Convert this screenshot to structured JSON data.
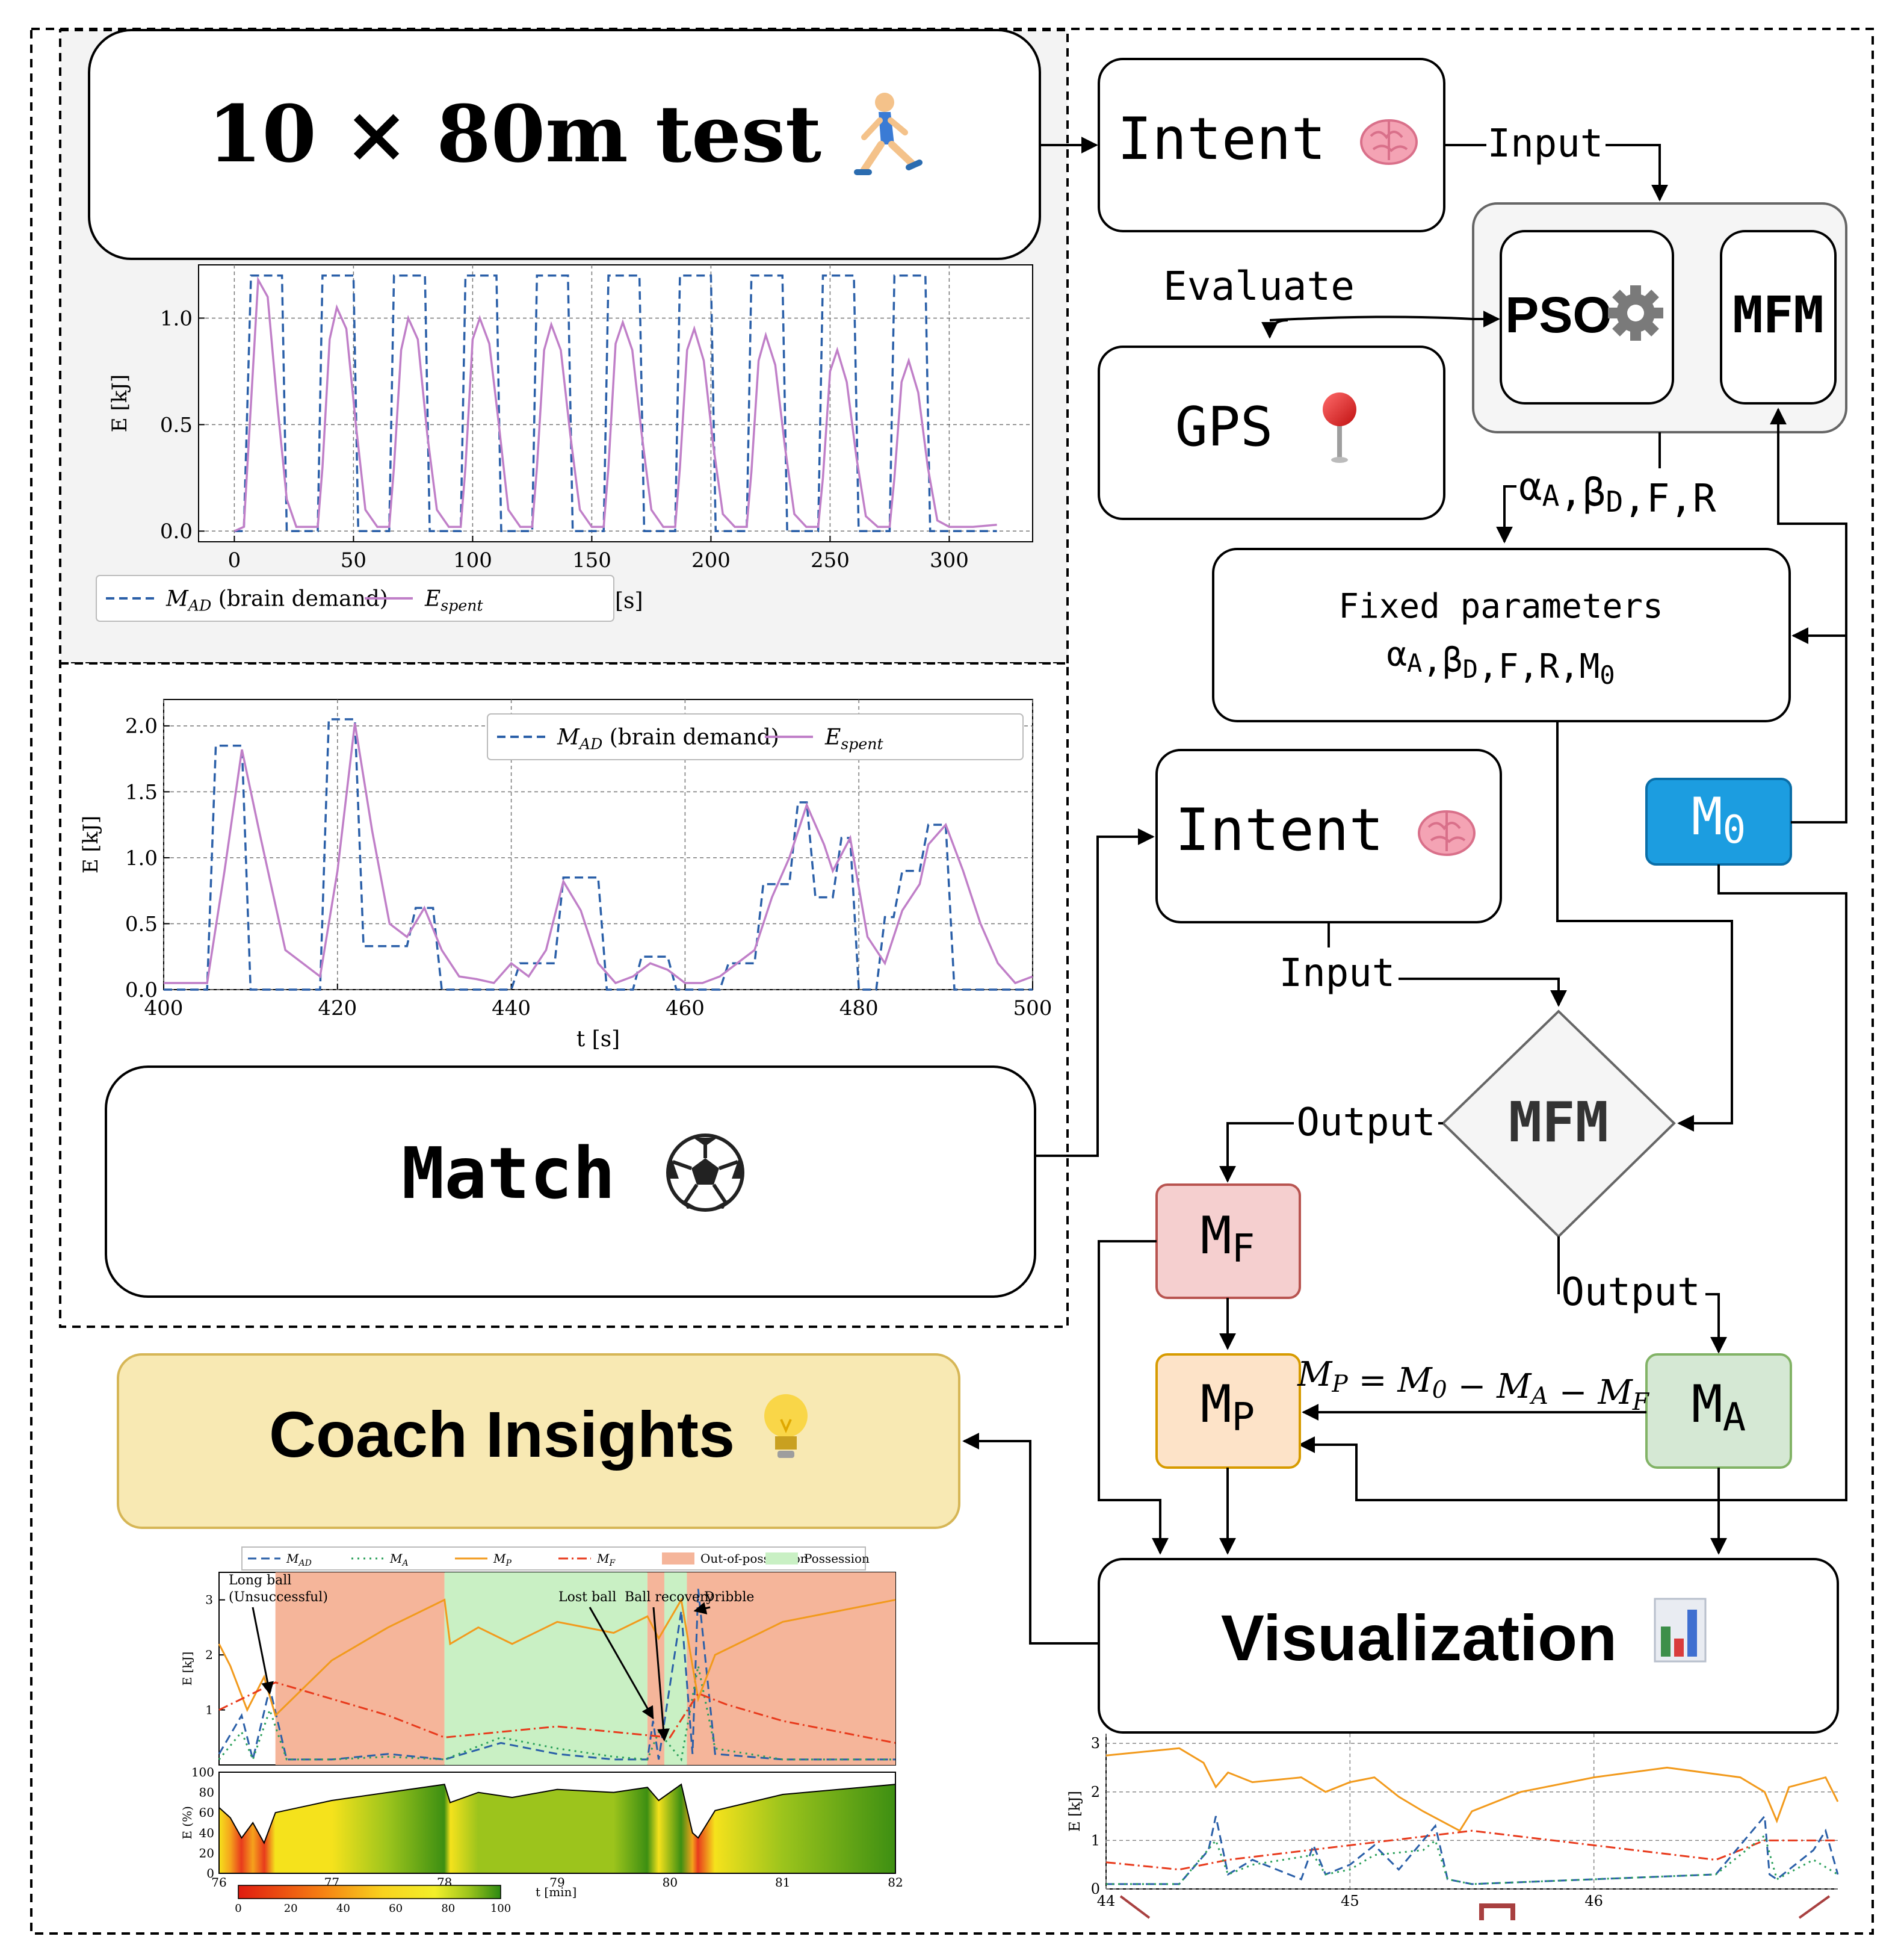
{
  "colors": {
    "mad": "#2a5fa8",
    "espent": "#c07fc8",
    "ma_green": "#2aa05a",
    "mp_orange": "#f29a1c",
    "mf_red": "#e83a1c",
    "m0_blue": "#1c9de0",
    "mf_box": "#f5cfcf",
    "mp_box": "#fde3c8",
    "ma_box": "#d5e8d4",
    "coach_box": "#f8e9b3",
    "oop": "#f5b59a",
    "poss": "#c9f0c4"
  },
  "boxes": {
    "test_title": "10 × 80m test",
    "match_title": "Match",
    "coach_title": "Coach Insights",
    "visual_title": "Visualization",
    "intent1": "Intent",
    "intent2": "Intent",
    "gps": "GPS",
    "pso": "PSO",
    "mfm_small": "MFM",
    "mfm_diamond": "MFM",
    "fixed_line1": "Fixed parameters",
    "m0": "M0",
    "mf": "MF",
    "mp": "MP",
    "ma": "MA"
  },
  "labels": {
    "input1": "Input",
    "input2": "Input",
    "evaluate": "Evaluate",
    "output1": "Output",
    "output2": "Output",
    "params": "αA,βD,F,R",
    "fixed_params": "αA,βD,F,R,M0",
    "equation": "MP = M0 − MA − MF"
  },
  "icons": {
    "runner": "runner-icon",
    "brain": "brain-icon",
    "pin": "location-pin-icon",
    "gear": "gear-icon",
    "ball": "soccer-ball-icon",
    "bulb": "light-bulb-icon",
    "bars": "bar-chart-icon"
  },
  "chart_data": [
    {
      "type": "line",
      "ylabel": "E [kJ]",
      "xlabel": "[s]",
      "xlim": [
        -15,
        335
      ],
      "ylim": [
        -0.05,
        1.25
      ],
      "xticks": [
        "0",
        "50",
        "100",
        "150",
        "200",
        "250",
        "300"
      ],
      "yticks": [
        "0.0",
        "0.5",
        "1.0"
      ],
      "grid": true,
      "legend": "bottom",
      "series": [
        {
          "name": "MAD (brain demand)",
          "style": "dashed",
          "color": "#2a5fa8",
          "x": [
            0,
            4,
            7,
            20,
            22,
            35,
            37,
            50,
            52,
            65,
            67,
            80,
            82,
            95,
            97,
            110,
            112,
            125,
            127,
            140,
            142,
            155,
            157,
            170,
            172,
            185,
            187,
            200,
            202,
            215,
            217,
            230,
            232,
            245,
            247,
            260,
            262,
            275,
            277,
            290,
            292,
            320
          ],
          "y": [
            0,
            0,
            1.2,
            1.2,
            0,
            0,
            1.2,
            1.2,
            0,
            0,
            1.2,
            1.2,
            0,
            0,
            1.2,
            1.2,
            0,
            0,
            1.2,
            1.2,
            0,
            0,
            1.2,
            1.2,
            0,
            0,
            1.2,
            1.2,
            0,
            0,
            1.2,
            1.2,
            0,
            0,
            1.2,
            1.2,
            0,
            0,
            1.2,
            1.2,
            0,
            0
          ]
        },
        {
          "name": "Espent",
          "style": "solid",
          "color": "#c07fc8",
          "x": [
            0,
            4,
            7,
            10,
            14,
            18,
            22,
            26,
            35,
            37,
            40,
            43,
            47,
            51,
            55,
            60,
            65,
            67,
            70,
            73,
            77,
            81,
            85,
            90,
            95,
            97,
            100,
            103,
            107,
            111,
            115,
            120,
            125,
            127,
            130,
            133,
            137,
            141,
            145,
            150,
            155,
            157,
            160,
            163,
            167,
            171,
            175,
            180,
            185,
            187,
            190,
            193,
            197,
            201,
            205,
            210,
            215,
            217,
            220,
            223,
            227,
            231,
            235,
            240,
            245,
            247,
            250,
            253,
            257,
            261,
            265,
            270,
            275,
            277,
            280,
            283,
            287,
            291,
            295,
            300,
            310,
            320
          ],
          "y": [
            0,
            0.02,
            0.6,
            1.18,
            1.1,
            0.6,
            0.15,
            0.02,
            0.02,
            0.3,
            0.9,
            1.05,
            0.95,
            0.5,
            0.1,
            0.02,
            0.02,
            0.3,
            0.85,
            1.0,
            0.9,
            0.45,
            0.1,
            0.02,
            0.02,
            0.3,
            0.9,
            1.0,
            0.88,
            0.5,
            0.1,
            0.02,
            0.02,
            0.3,
            0.85,
            0.97,
            0.85,
            0.45,
            0.1,
            0.02,
            0.02,
            0.3,
            0.88,
            0.98,
            0.85,
            0.45,
            0.1,
            0.02,
            0.02,
            0.3,
            0.85,
            0.95,
            0.8,
            0.4,
            0.08,
            0.02,
            0.02,
            0.28,
            0.8,
            0.92,
            0.78,
            0.4,
            0.08,
            0.02,
            0.02,
            0.25,
            0.75,
            0.85,
            0.7,
            0.35,
            0.07,
            0.02,
            0.02,
            0.25,
            0.7,
            0.8,
            0.65,
            0.3,
            0.05,
            0.02,
            0.02,
            0.03
          ]
        }
      ]
    },
    {
      "type": "line",
      "ylabel": "E [kJ]",
      "xlabel": "t [s]",
      "xlim": [
        400,
        500
      ],
      "ylim": [
        0,
        2.2
      ],
      "xticks": [
        "400",
        "420",
        "440",
        "460",
        "480",
        "500"
      ],
      "yticks": [
        "0.0",
        "0.5",
        "1.0",
        "1.5",
        "2.0"
      ],
      "grid": true,
      "legend": "top-right",
      "series": [
        {
          "name": "MAD (brain demand)",
          "style": "dashed",
          "color": "#2a5fa8",
          "x": [
            400,
            405,
            406,
            409,
            410,
            418,
            419,
            422,
            423,
            428,
            429,
            431,
            432,
            440,
            441,
            445,
            446,
            450,
            451,
            454,
            455,
            458,
            459,
            464,
            465,
            468,
            469,
            472,
            473,
            474,
            475,
            477,
            478,
            479,
            480,
            482,
            483,
            484,
            485,
            487,
            488,
            490,
            491,
            500
          ],
          "y": [
            0,
            0,
            1.85,
            1.85,
            0,
            0,
            2.05,
            2.05,
            0.33,
            0.33,
            0.62,
            0.62,
            0,
            0,
            0.2,
            0.2,
            0.85,
            0.85,
            0,
            0,
            0.25,
            0.25,
            0,
            0,
            0.2,
            0.2,
            0.8,
            0.8,
            1.42,
            1.42,
            0.7,
            0.7,
            1.15,
            1.15,
            0,
            0,
            0.55,
            0.55,
            0.9,
            0.9,
            1.25,
            1.25,
            0,
            0
          ]
        },
        {
          "name": "Espent",
          "style": "solid",
          "color": "#c07fc8",
          "x": [
            400,
            405,
            407,
            409,
            411,
            414,
            418,
            420,
            422,
            424,
            426,
            428,
            430,
            432,
            434,
            436,
            438,
            440,
            442,
            444,
            446,
            448,
            450,
            452,
            454,
            456,
            458,
            460,
            462,
            464,
            466,
            468,
            470,
            472,
            474,
            476,
            477,
            479,
            481,
            483,
            485,
            487,
            488,
            490,
            492,
            494,
            496,
            498,
            500
          ],
          "y": [
            0.05,
            0.05,
            0.9,
            1.82,
            1.2,
            0.3,
            0.1,
            0.9,
            2.02,
            1.2,
            0.5,
            0.4,
            0.62,
            0.3,
            0.1,
            0.08,
            0.05,
            0.2,
            0.1,
            0.3,
            0.82,
            0.6,
            0.2,
            0.05,
            0.1,
            0.2,
            0.15,
            0.05,
            0.05,
            0.1,
            0.2,
            0.3,
            0.7,
            1.0,
            1.4,
            1.1,
            0.9,
            1.15,
            0.4,
            0.2,
            0.6,
            0.8,
            1.1,
            1.25,
            0.9,
            0.5,
            0.2,
            0.05,
            0.1
          ]
        }
      ]
    },
    {
      "type": "line",
      "ylabel": "E [kJ]",
      "xlim": [
        76,
        82
      ],
      "ylim": [
        0,
        3.5
      ],
      "yticks": [
        "1",
        "2",
        "3"
      ],
      "legend": "top",
      "annotations": [
        "Long ball",
        "(Unsuccessful)",
        "Lost ball",
        "Ball recovery",
        "Dribble"
      ],
      "regions": [
        {
          "name": "Out-of-possession",
          "from": 76.5,
          "to": 78.0
        },
        {
          "name": "Possession",
          "from": 78.0,
          "to": 79.8
        },
        {
          "name": "Out-of-possession",
          "from": 79.8,
          "to": 79.95
        },
        {
          "name": "Possession",
          "from": 79.95,
          "to": 80.15
        },
        {
          "name": "Out-of-possession",
          "from": 80.15,
          "to": 82
        }
      ],
      "series": [
        {
          "name": "MAD",
          "style": "dashed",
          "color": "#2a5fa8",
          "x": [
            76,
            76.2,
            76.3,
            76.45,
            76.6,
            77,
            77.5,
            78,
            78.5,
            79,
            79.5,
            79.8,
            79.85,
            79.9,
            80.1,
            80.2,
            80.25,
            80.4,
            81,
            82
          ],
          "y": [
            0.2,
            0.9,
            0.1,
            1.4,
            0.1,
            0.1,
            0.2,
            0.1,
            0.4,
            0.2,
            0.1,
            0.1,
            0.8,
            0.1,
            2.8,
            0.2,
            3.2,
            0.2,
            0.1,
            0.1
          ]
        },
        {
          "name": "MA",
          "style": "dotted",
          "color": "#2aa05a",
          "x": [
            76,
            76.2,
            76.3,
            76.45,
            76.6,
            77,
            77.5,
            78,
            78.5,
            79,
            79.5,
            79.8,
            79.9,
            80.1,
            80.25,
            80.4,
            81,
            82
          ],
          "y": [
            0.1,
            0.6,
            0.1,
            1.0,
            0.1,
            0.1,
            0.15,
            0.1,
            0.5,
            0.3,
            0.15,
            0.1,
            0.6,
            0.1,
            1.8,
            0.3,
            0.1,
            0.1
          ]
        },
        {
          "name": "MP",
          "style": "solid",
          "color": "#f29a1c",
          "x": [
            76,
            76.1,
            76.25,
            76.4,
            76.5,
            77,
            77.5,
            78,
            78.05,
            78.3,
            78.6,
            79,
            79.5,
            79.8,
            79.9,
            80.1,
            80.25,
            80.4,
            81,
            82
          ],
          "y": [
            2.2,
            1.8,
            1.0,
            1.6,
            0.9,
            1.9,
            2.5,
            3.0,
            2.2,
            2.5,
            2.2,
            2.6,
            2.4,
            2.7,
            2.3,
            3.0,
            1.2,
            2.0,
            2.6,
            3.0
          ]
        },
        {
          "name": "MF",
          "style": "dashdot",
          "color": "#e83a1c",
          "x": [
            76,
            76.5,
            77,
            77.5,
            78,
            78.5,
            79,
            79.5,
            80,
            80.25,
            80.5,
            81,
            81.5,
            82
          ],
          "y": [
            1.0,
            1.5,
            1.2,
            0.9,
            0.5,
            0.6,
            0.7,
            0.6,
            0.5,
            1.3,
            1.1,
            0.8,
            0.6,
            0.4
          ]
        }
      ]
    },
    {
      "type": "area",
      "ylabel": "E (%)",
      "xlabel": "t [min]",
      "xlim": [
        76,
        82
      ],
      "ylim": [
        0,
        100
      ],
      "xticks": [
        "76",
        "77",
        "78",
        "79",
        "80",
        "81",
        "82"
      ],
      "yticks": [
        "0",
        "20",
        "40",
        "60",
        "80",
        "100"
      ],
      "colorbar": [
        "0",
        "20",
        "40",
        "60",
        "80",
        "100"
      ],
      "x": [
        76,
        76.1,
        76.2,
        76.3,
        76.4,
        76.5,
        77,
        77.5,
        78,
        78.05,
        78.3,
        78.6,
        79,
        79.5,
        79.8,
        79.9,
        80.1,
        80.2,
        80.25,
        80.4,
        81,
        82
      ],
      "y": [
        65,
        55,
        35,
        50,
        30,
        60,
        72,
        80,
        88,
        70,
        80,
        75,
        83,
        80,
        85,
        72,
        88,
        40,
        35,
        62,
        78,
        88
      ]
    },
    {
      "type": "line",
      "ylabel": "E [kJ]",
      "xlim": [
        44,
        47.0
      ],
      "ylim": [
        0,
        3.2
      ],
      "xticks": [
        "44",
        "45",
        "46"
      ],
      "yticks": [
        "0",
        "1",
        "2",
        "3"
      ],
      "series": [
        {
          "name": "MP",
          "style": "solid",
          "color": "#f29a1c",
          "x": [
            44,
            44.3,
            44.4,
            44.45,
            44.5,
            44.6,
            44.8,
            44.9,
            45.0,
            45.1,
            45.2,
            45.3,
            45.45,
            45.5,
            45.7,
            46.0,
            46.3,
            46.6,
            46.7,
            46.75,
            46.8,
            46.95,
            47.0
          ],
          "y": [
            2.75,
            2.9,
            2.6,
            2.1,
            2.4,
            2.2,
            2.3,
            2.0,
            2.2,
            2.3,
            1.9,
            1.6,
            1.2,
            1.6,
            2.0,
            2.3,
            2.5,
            2.3,
            2.0,
            1.4,
            2.1,
            2.3,
            1.8
          ]
        },
        {
          "name": "MF",
          "style": "dashdot",
          "color": "#e83a1c",
          "x": [
            44,
            44.3,
            44.5,
            45.0,
            45.5,
            46.0,
            46.5,
            46.7,
            47.0
          ],
          "y": [
            0.55,
            0.4,
            0.6,
            0.9,
            1.2,
            0.9,
            0.6,
            1.0,
            1.0
          ]
        },
        {
          "name": "MAD",
          "style": "dashed",
          "color": "#2a5fa8",
          "x": [
            44,
            44.3,
            44.42,
            44.45,
            44.5,
            44.6,
            44.8,
            44.85,
            44.9,
            45.0,
            45.1,
            45.2,
            45.3,
            45.35,
            45.4,
            45.5,
            46.0,
            46.5,
            46.7,
            46.72,
            46.75,
            46.9,
            46.95,
            47.0
          ],
          "y": [
            0.1,
            0.1,
            0.8,
            1.5,
            0.3,
            0.6,
            0.2,
            0.9,
            0.3,
            0.5,
            0.9,
            0.4,
            1.0,
            1.3,
            0.2,
            0.1,
            0.2,
            0.3,
            1.5,
            0.3,
            0.2,
            0.8,
            1.2,
            0.3
          ]
        },
        {
          "name": "MA",
          "style": "dotted",
          "color": "#2aa05a",
          "x": [
            44,
            44.3,
            44.45,
            44.5,
            44.6,
            44.85,
            44.9,
            45.0,
            45.1,
            45.3,
            45.35,
            45.4,
            45.5,
            46.0,
            46.5,
            46.7,
            46.75,
            46.9,
            47.0
          ],
          "y": [
            0.1,
            0.1,
            1.0,
            0.3,
            0.5,
            0.7,
            0.3,
            0.4,
            0.7,
            0.8,
            1.0,
            0.2,
            0.1,
            0.2,
            0.3,
            1.1,
            0.2,
            0.6,
            0.3
          ]
        }
      ]
    }
  ]
}
